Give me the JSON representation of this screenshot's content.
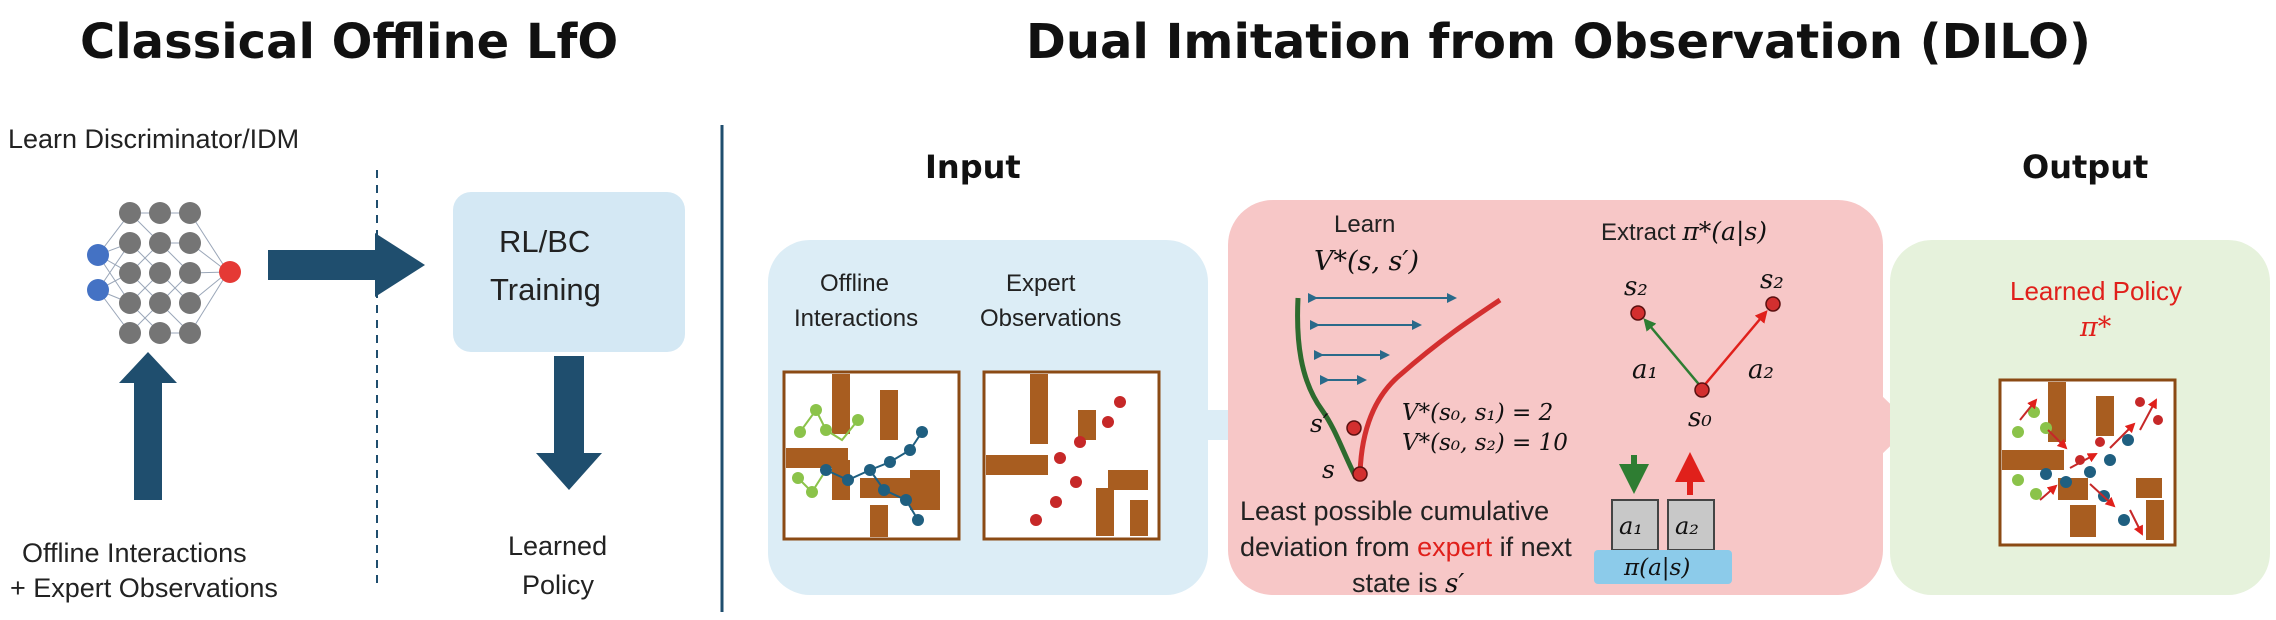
{
  "left": {
    "title": "Classical Offline LfO",
    "learn_label": "Learn Discriminator/IDM",
    "training_box": [
      "RL/BC",
      "Training"
    ],
    "input_label": [
      "Offline Interactions",
      "+ Expert Observations"
    ],
    "output_label": [
      "Learned",
      "Policy"
    ]
  },
  "right": {
    "title": "Dual Imitation from Observation (DILO)",
    "input_heading": "Input",
    "output_heading": "Output",
    "offline_label": [
      "Offline",
      "Interactions"
    ],
    "expert_label": [
      "Expert",
      "Observations"
    ],
    "learn_label": "Learn",
    "value_fn": "V*(s, s′)",
    "extract_prefix": "Extract ",
    "extract_math": "π*(a|s)",
    "s_prime": "s′",
    "s": "s",
    "s2_left": "s₂",
    "s2_right": "s₂",
    "s0": "s₀",
    "a1": "a₁",
    "a2": "a₂",
    "v1": "V*(s₀, s₁) = 2",
    "v2": "V*(s₀, s₂) = 10",
    "policy_a1": "a₁",
    "policy_a2": "a₂",
    "policy_dist": "π(a|s)",
    "deviation_line1": "Least possible cumulative",
    "deviation_pre": "deviation from ",
    "deviation_red": "expert",
    "deviation_post": " if next",
    "deviation_line3_pre": "state is ",
    "deviation_line3_math": "s′",
    "learned_policy": "Learned Policy",
    "pi_star": "π*"
  },
  "colors": {
    "dark_navy": "#1f4e6e",
    "light_blue_panel": "#dcedf6",
    "pink_panel": "#f7c7c7",
    "light_green_panel": "#e6f2dc",
    "red_accent": "#e0201b",
    "dark_green": "#2e6b2e",
    "maze_wall": "#a85d20",
    "node_gray": "#6b6b6b"
  }
}
